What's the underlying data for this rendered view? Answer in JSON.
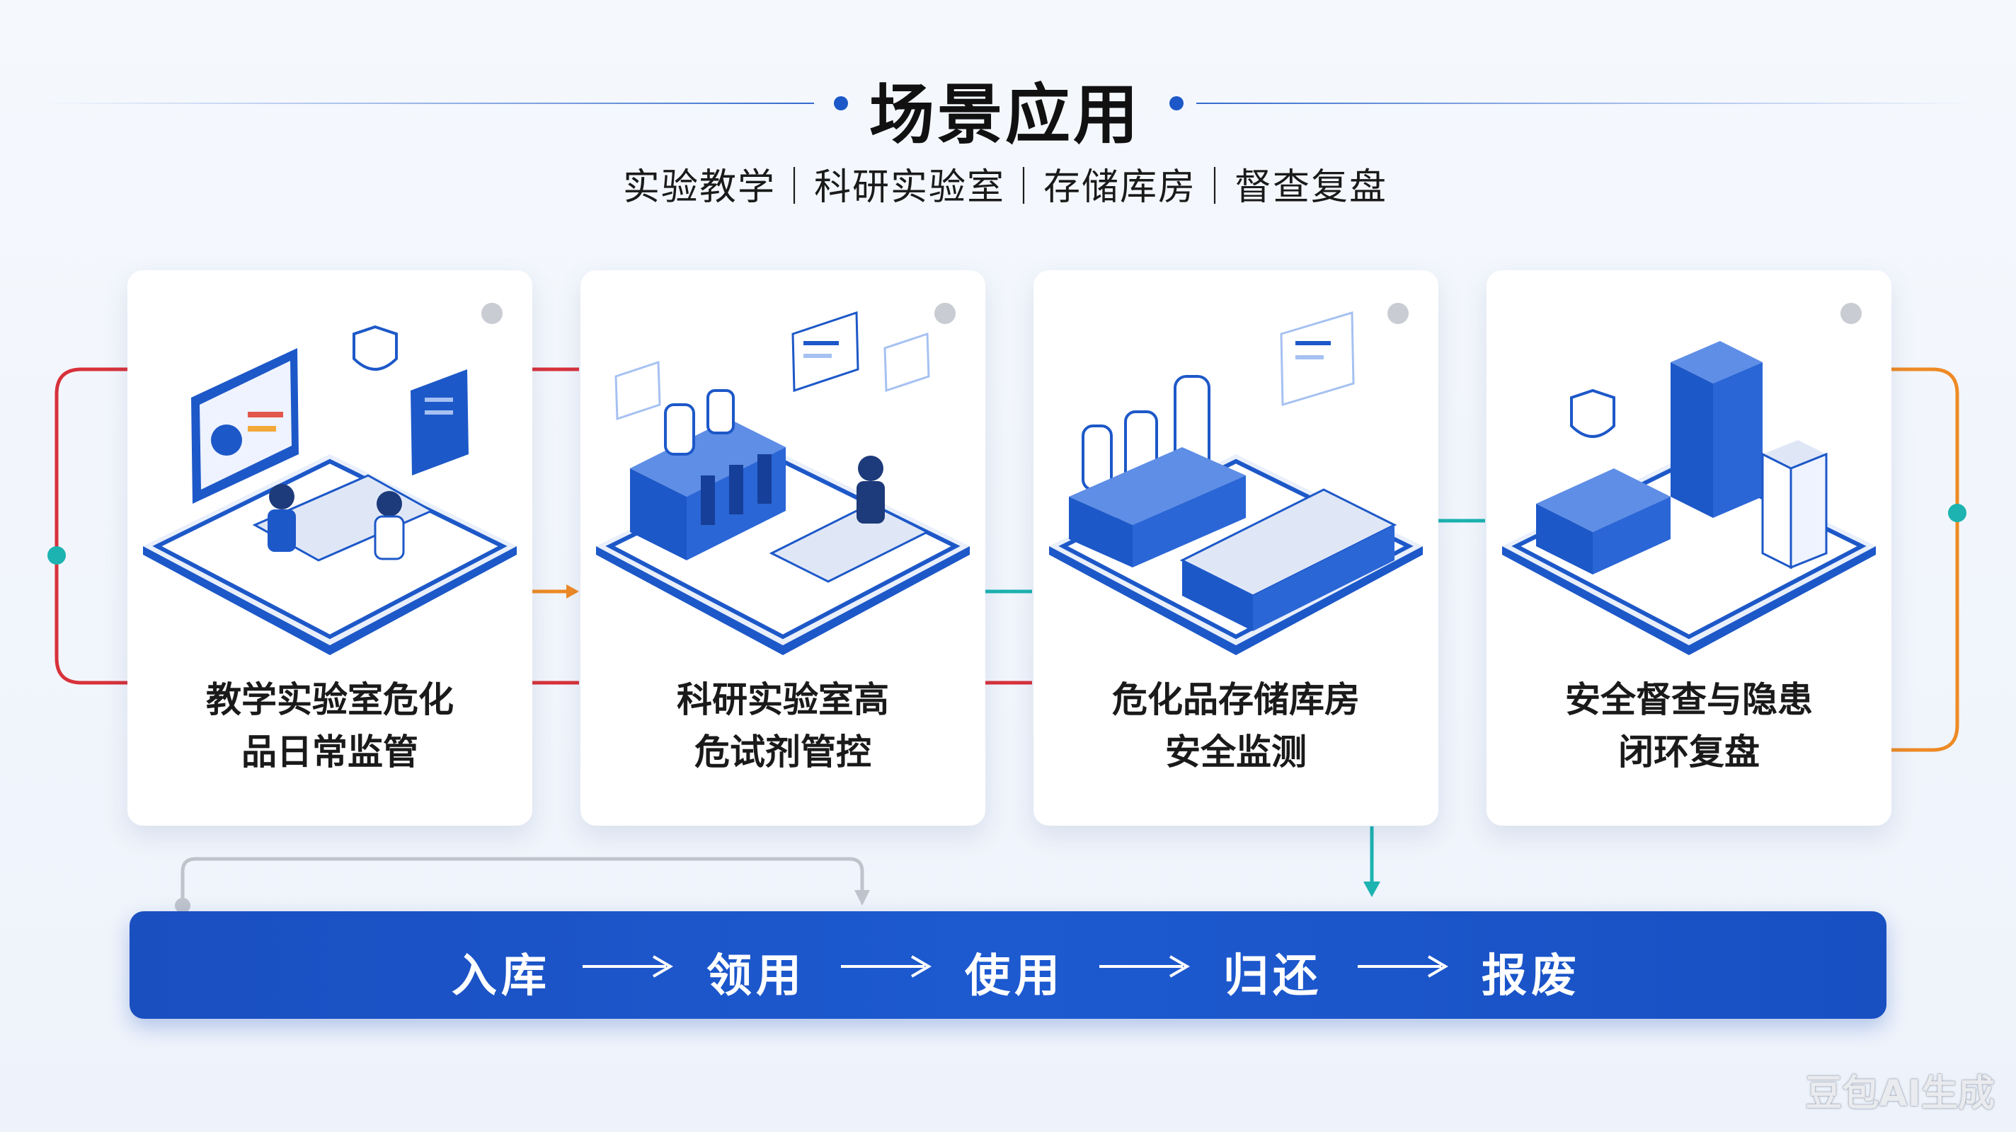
{
  "header": {
    "title": "场景应用",
    "subtitle": "实验教学｜科研实验室｜存储库房｜督查复盘"
  },
  "scenarios": [
    {
      "line1": "教学实验室危化",
      "line2": "品日常监管",
      "icon": "teaching-lab-illustration"
    },
    {
      "line1": "科研实验室高",
      "line2": "危试剂管控",
      "icon": "research-lab-illustration"
    },
    {
      "line1": "危化品存储库房",
      "line2": "安全监测",
      "icon": "storage-warehouse-illustration"
    },
    {
      "line1": "安全督查与隐患",
      "line2": "闭环复盘",
      "icon": "inspection-review-illustration"
    }
  ],
  "flow": {
    "steps": [
      "入库",
      "领用",
      "使用",
      "归还",
      "报废"
    ],
    "arrow": "arrow-right-icon"
  },
  "colors": {
    "primary_blue": "#1d58c8",
    "red": "#d8313a",
    "orange": "#ee8a25",
    "teal": "#1cb3b0",
    "grey": "#bfc4cc"
  },
  "watermark": "豆包AI生成"
}
